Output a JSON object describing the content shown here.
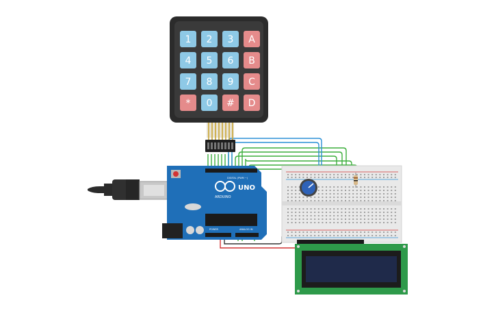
{
  "keypad": {
    "keys": [
      {
        "label": "1",
        "kind": "digit"
      },
      {
        "label": "2",
        "kind": "digit"
      },
      {
        "label": "3",
        "kind": "digit"
      },
      {
        "label": "A",
        "kind": "letter"
      },
      {
        "label": "4",
        "kind": "digit"
      },
      {
        "label": "5",
        "kind": "digit"
      },
      {
        "label": "6",
        "kind": "digit"
      },
      {
        "label": "B",
        "kind": "letter"
      },
      {
        "label": "7",
        "kind": "digit"
      },
      {
        "label": "8",
        "kind": "digit"
      },
      {
        "label": "9",
        "kind": "digit"
      },
      {
        "label": "C",
        "kind": "letter"
      },
      {
        "label": "*",
        "kind": "letter"
      },
      {
        "label": "0",
        "kind": "digit"
      },
      {
        "label": "#",
        "kind": "letter"
      },
      {
        "label": "D",
        "kind": "letter"
      }
    ]
  },
  "arduino": {
    "brand": "ARDUINO",
    "model": "UNO",
    "digital_label": "DIGITAL (PWM ~)",
    "power_label": "POWER",
    "analog_label": "ANALOG IN"
  },
  "colors": {
    "keypad_body": "#2b2b2b",
    "digit_key": "#8ec9e6",
    "letter_key": "#e58b8b",
    "board": "#1f6fb8",
    "breadboard": "#e9e9e9",
    "lcd_pcb": "#2e9a4a",
    "lcd_screen": "#1f2a4a",
    "wire_green": "#3cae3c",
    "wire_blue": "#2a8fd6",
    "wire_red": "#d23333",
    "wire_black": "#333333"
  }
}
